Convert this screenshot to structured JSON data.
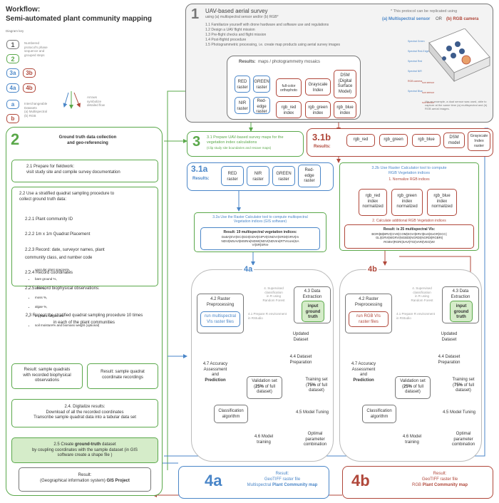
{
  "header": {
    "title": "Workflow:\nSemi-automated plant community mapping",
    "key_title": "Diagram key"
  },
  "key": [
    {
      "badge": "1",
      "text": "Numbered\nprotocol's phase\nsequence and\ngrouped steps"
    },
    {
      "badge": "2",
      "text": ""
    },
    {
      "badge": "3a",
      "badge2": "3b",
      "text": ""
    },
    {
      "badge": "4a",
      "badge2": "4b",
      "text": ""
    },
    {
      "badge": "a",
      "badge2": "b",
      "text": "Interchangeable\nDatasets\n(a)  Multispectral\n(b)  RGB"
    },
    {
      "text": "Arrows\nsymbolize\ndetailed flow"
    }
  ],
  "colors": {
    "gray": "#777777",
    "green": "#5aa84a",
    "blue": "#4a86c8",
    "red": "#b0473a",
    "lightgreen": "#d5ecc9"
  },
  "phase1": {
    "num": "1",
    "title": "UAV-based aerial survey",
    "subtitle": "using (a) multispectral sensor and/or (b) RGB*",
    "steps": "1.1 Familiarize yourself with drone hardware and software use and regulations\n1.2 Design a UAV flight mission\n1.3 Pre-flight checks and flight mission\n1.4 Post-flightd procedure\n1.5 Photogrammetric processing, i.e. create map products using aerial survey images",
    "results_label": "Results:",
    "results_text": "maps / photogrammetry mosaics",
    "multi_rasters": [
      "RED\nraster",
      "GREEN\nraster",
      "NIR\nraster",
      "Red-\nedge\nraster"
    ],
    "rgb_rasters": [
      "full-color\northophoto",
      "Grayscale\nIndex",
      "DSM\n(Digital\nSurface\nModel)",
      "rgb_red\nindex",
      "rgb_green\nindex",
      "rgb_blue\nindex"
    ],
    "protocol_note": "* This protocol can be replicated using",
    "option_a": "(a)  Multispectral sensor",
    "option_or": "OR",
    "option_b": "(b) RGB camera",
    "sensor_labels": [
      "Spectral Green",
      "Spectral Red-Edge",
      "Spectral Red",
      "Spectral NIR",
      "RGB camera",
      "Spectral Blue"
    ],
    "sensor_bottom_labels": [
      "sun sensor",
      "sun sensor",
      "sun sensor"
    ],
    "example_note": "*As an example, a dual sensor was used, able to capture at the same time (a) multispectral and (b) RGB aerial images."
  },
  "phase2": {
    "num": "2",
    "title": "Ground truth data collection\nand geo-referencing",
    "s21": "2.1 Prepare for fieldwork:\nvisit study site and compile survey documentation",
    "s22_title": "2.2 Use a stratified quadrat sampling procedure to\ncollect ground truth data:",
    "s22_items": [
      "2.2.1 Plant community ID",
      "2.2.2 1m x 1m Quadrat Placement",
      "2.2.3 Record: date, surveyor names, plant\ncommunity class, and number code",
      "2.2.4 Record coordinates",
      "2.2.5. Record biophysical observations:"
    ],
    "s22_bullets": [
      "vascular plant species%,",
      "bare ground %,",
      "litter %,",
      "moss %,",
      "algae %,",
      "5 x plant heights cm",
      "soil moisture% and biomass weight (optional)"
    ],
    "s23": "2.3 Repeat the stratified quadrat sampling procedure 10 times\nin each of the plant communities",
    "res_a": "Result: sample quadrats\nwith recorded biophysical\nobservations",
    "res_b": "Result: sample quadrat\ncoordinate recordings",
    "s24": "2.4. Digitalize results:\nDownload of all the recorded coordinates\nTranscribe sample quadrat data into a tabular data set",
    "s25_pre": "2.5 Create ",
    "s25_bold": "ground-truth",
    "s25_post": " dataset\nby coupling coordinates with the sample dataset (in GIS\nsoftware create a shape file )",
    "gis_pre": "Result:\n(Geographical information system) ",
    "gis_bold": "GIS Project"
  },
  "phase3": {
    "num": "3",
    "s31": "3.1 Prepare UAV-based survey maps for the\nvegetation index calculations",
    "s31_sub": "(Clip study site boundaries and resave maps)",
    "num_b": "3.1b",
    "results_b": "Results:",
    "rasters_b": [
      "rgb_red",
      "rgb_green",
      "rgb_blue",
      "DSM\nmodel",
      "Grayscale\nIndex\nraster"
    ],
    "num_a": "3.1a",
    "results_a": "Results:",
    "rasters_a": [
      "RED\nraster",
      "NIR\nraster",
      "GREEN\nraster",
      "Red-\nedge\nraster"
    ],
    "s32a": "3.2a Use the Raster Calculator tool to compute multispectral\nVegetation indices (GIS software)",
    "s32a_result": "Result: 19 multispectral vegetation indices:",
    "s32a_list": "DattA|EVI|GCI|GDI|GDVI|GIPVI|GNDVI|GRDI|GRVI|m\nNDVI|MSAVI|MSRre|NDWI|NDVI|NDVIre|RTVIcore|SA\nVI|SR|SRre",
    "s32b": "3.2b Use Raster Calculator tool to compute\nRGB Vegetation indices",
    "s32b_1": "1. Normalize RGB indices",
    "s32b_norm": [
      "rgb_red\nindex\nnormalized",
      "rgb_green\nindex\nnormalized",
      "rgb_blue\nindex\nnormalized"
    ],
    "s32b_2": "2. Calculate additional RGB Vegetation indices",
    "s32b_result": "Result: is 25 multispectral  VIs:",
    "s32b_list": "BGRI|BI|BRVI|CIVE|COM|EGVI|ERVI|ExG|ExGR|GCC|\nGLI|GRVI|MGRVI|NGBDI|NGRDI|NGRDI|RGBRI|\nRGBVI|RGRI|SAVI|TGI|VARI|VEG|WI"
  },
  "phase4": {
    "num_a": "4a",
    "num_b": "4b",
    "s41": "4.1 Prepare R environment\nin RStudio",
    "s42": "4.2 Raster\nPreprocessing",
    "s42_a": "run multispectral\nVIs raster files",
    "s42_b": "run RGB VIs\nraster files",
    "supervised": "4. Supervised\nclassification\nin R using\nRandom Forest",
    "s43": "4.3 Data\nExtraction",
    "input_gt": "input\nground\ntruth",
    "updated": "Updated\nDataset",
    "s44": "4.4 Dataset\nPreparation",
    "s47_pre": "4.7 Accuracy\nAssessment\nand\n",
    "s47_bold": "Prediction",
    "validation_pre": "Validation set\n(",
    "validation_bold": "25%",
    "validation_post": " of full\ndataset)",
    "training_pre": "Training set\n(",
    "training_bold": "75%",
    "training_post": " of full\ndataset)",
    "classification": "Classification\nalgorithm",
    "tuning": "4.5 Model Tuning",
    "s46": "4.6 Model\ntraining",
    "optimal": "Optimal\nparameter\ncombination",
    "result_a_title": "Result:",
    "result_a_1": "GeoTIFF raster file",
    "result_a_2_pre": "Multispectral ",
    "result_a_2_bold": "Plant Community map",
    "result_b_title": "Result:",
    "result_b_1": "GeoTIFF raster file",
    "result_b_2_pre": "RGB ",
    "result_b_2_bold": "Plant Community map"
  }
}
